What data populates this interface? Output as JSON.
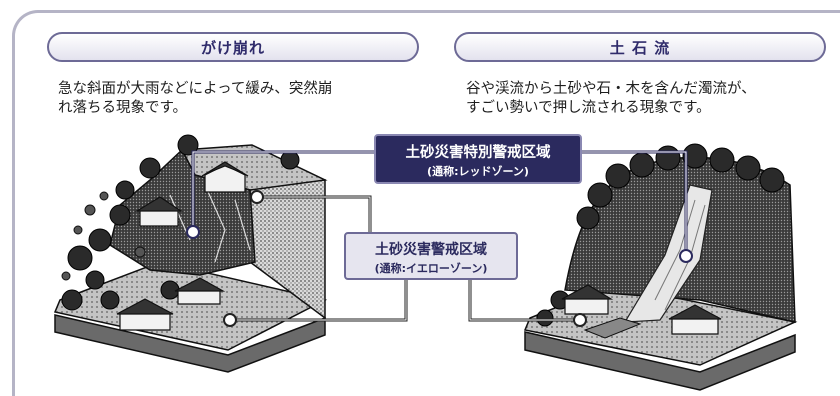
{
  "left_panel": {
    "title": "がけ崩れ",
    "line1": "急な斜面が大雨などによって緩み、突然崩",
    "line2": "れ落ちる現象です。"
  },
  "right_panel": {
    "title": "土 石 流",
    "line1": "谷や渓流から土砂や石・木を含んだ濁流が、",
    "line2": "すごい勢いで押し流される現象です。"
  },
  "red_zone": {
    "label": "土砂災害特別警戒区域",
    "sublabel": "(通称:レッドゾーン)"
  },
  "yellow_zone": {
    "label": "土砂災害警戒区域",
    "sublabel": "(通称:イエローゾーン)"
  },
  "colors": {
    "accent": "#2b2a5e",
    "outline": "#6d6a96",
    "frame": "#b5b4c6"
  }
}
